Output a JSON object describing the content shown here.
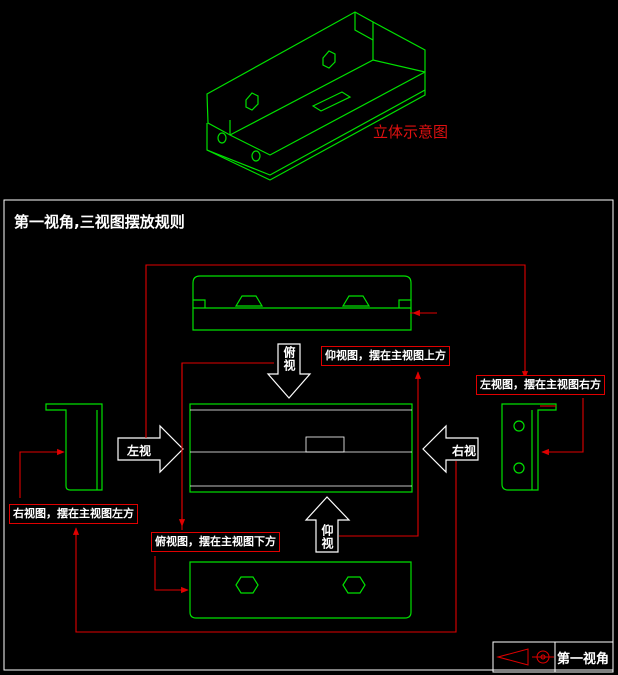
{
  "caption": "立体示意图",
  "title": "第一视角,三视图摆放规则",
  "labels": {
    "top_view": "俯视图，摆在主视图下方",
    "front_view": "仰视图，摆在主视图上方",
    "left_view": "左视图，摆在主视图右方",
    "right_view": "右视图，摆在主视图左方"
  },
  "arrows": {
    "from_top": "俯视",
    "from_left": "左视",
    "from_right": "右视",
    "from_bottom": "仰视"
  },
  "corner_label": "第一视角",
  "colors": {
    "outline": "#00e000",
    "leader": "#e00000",
    "frame": "#ffffff",
    "background": "#000000"
  }
}
